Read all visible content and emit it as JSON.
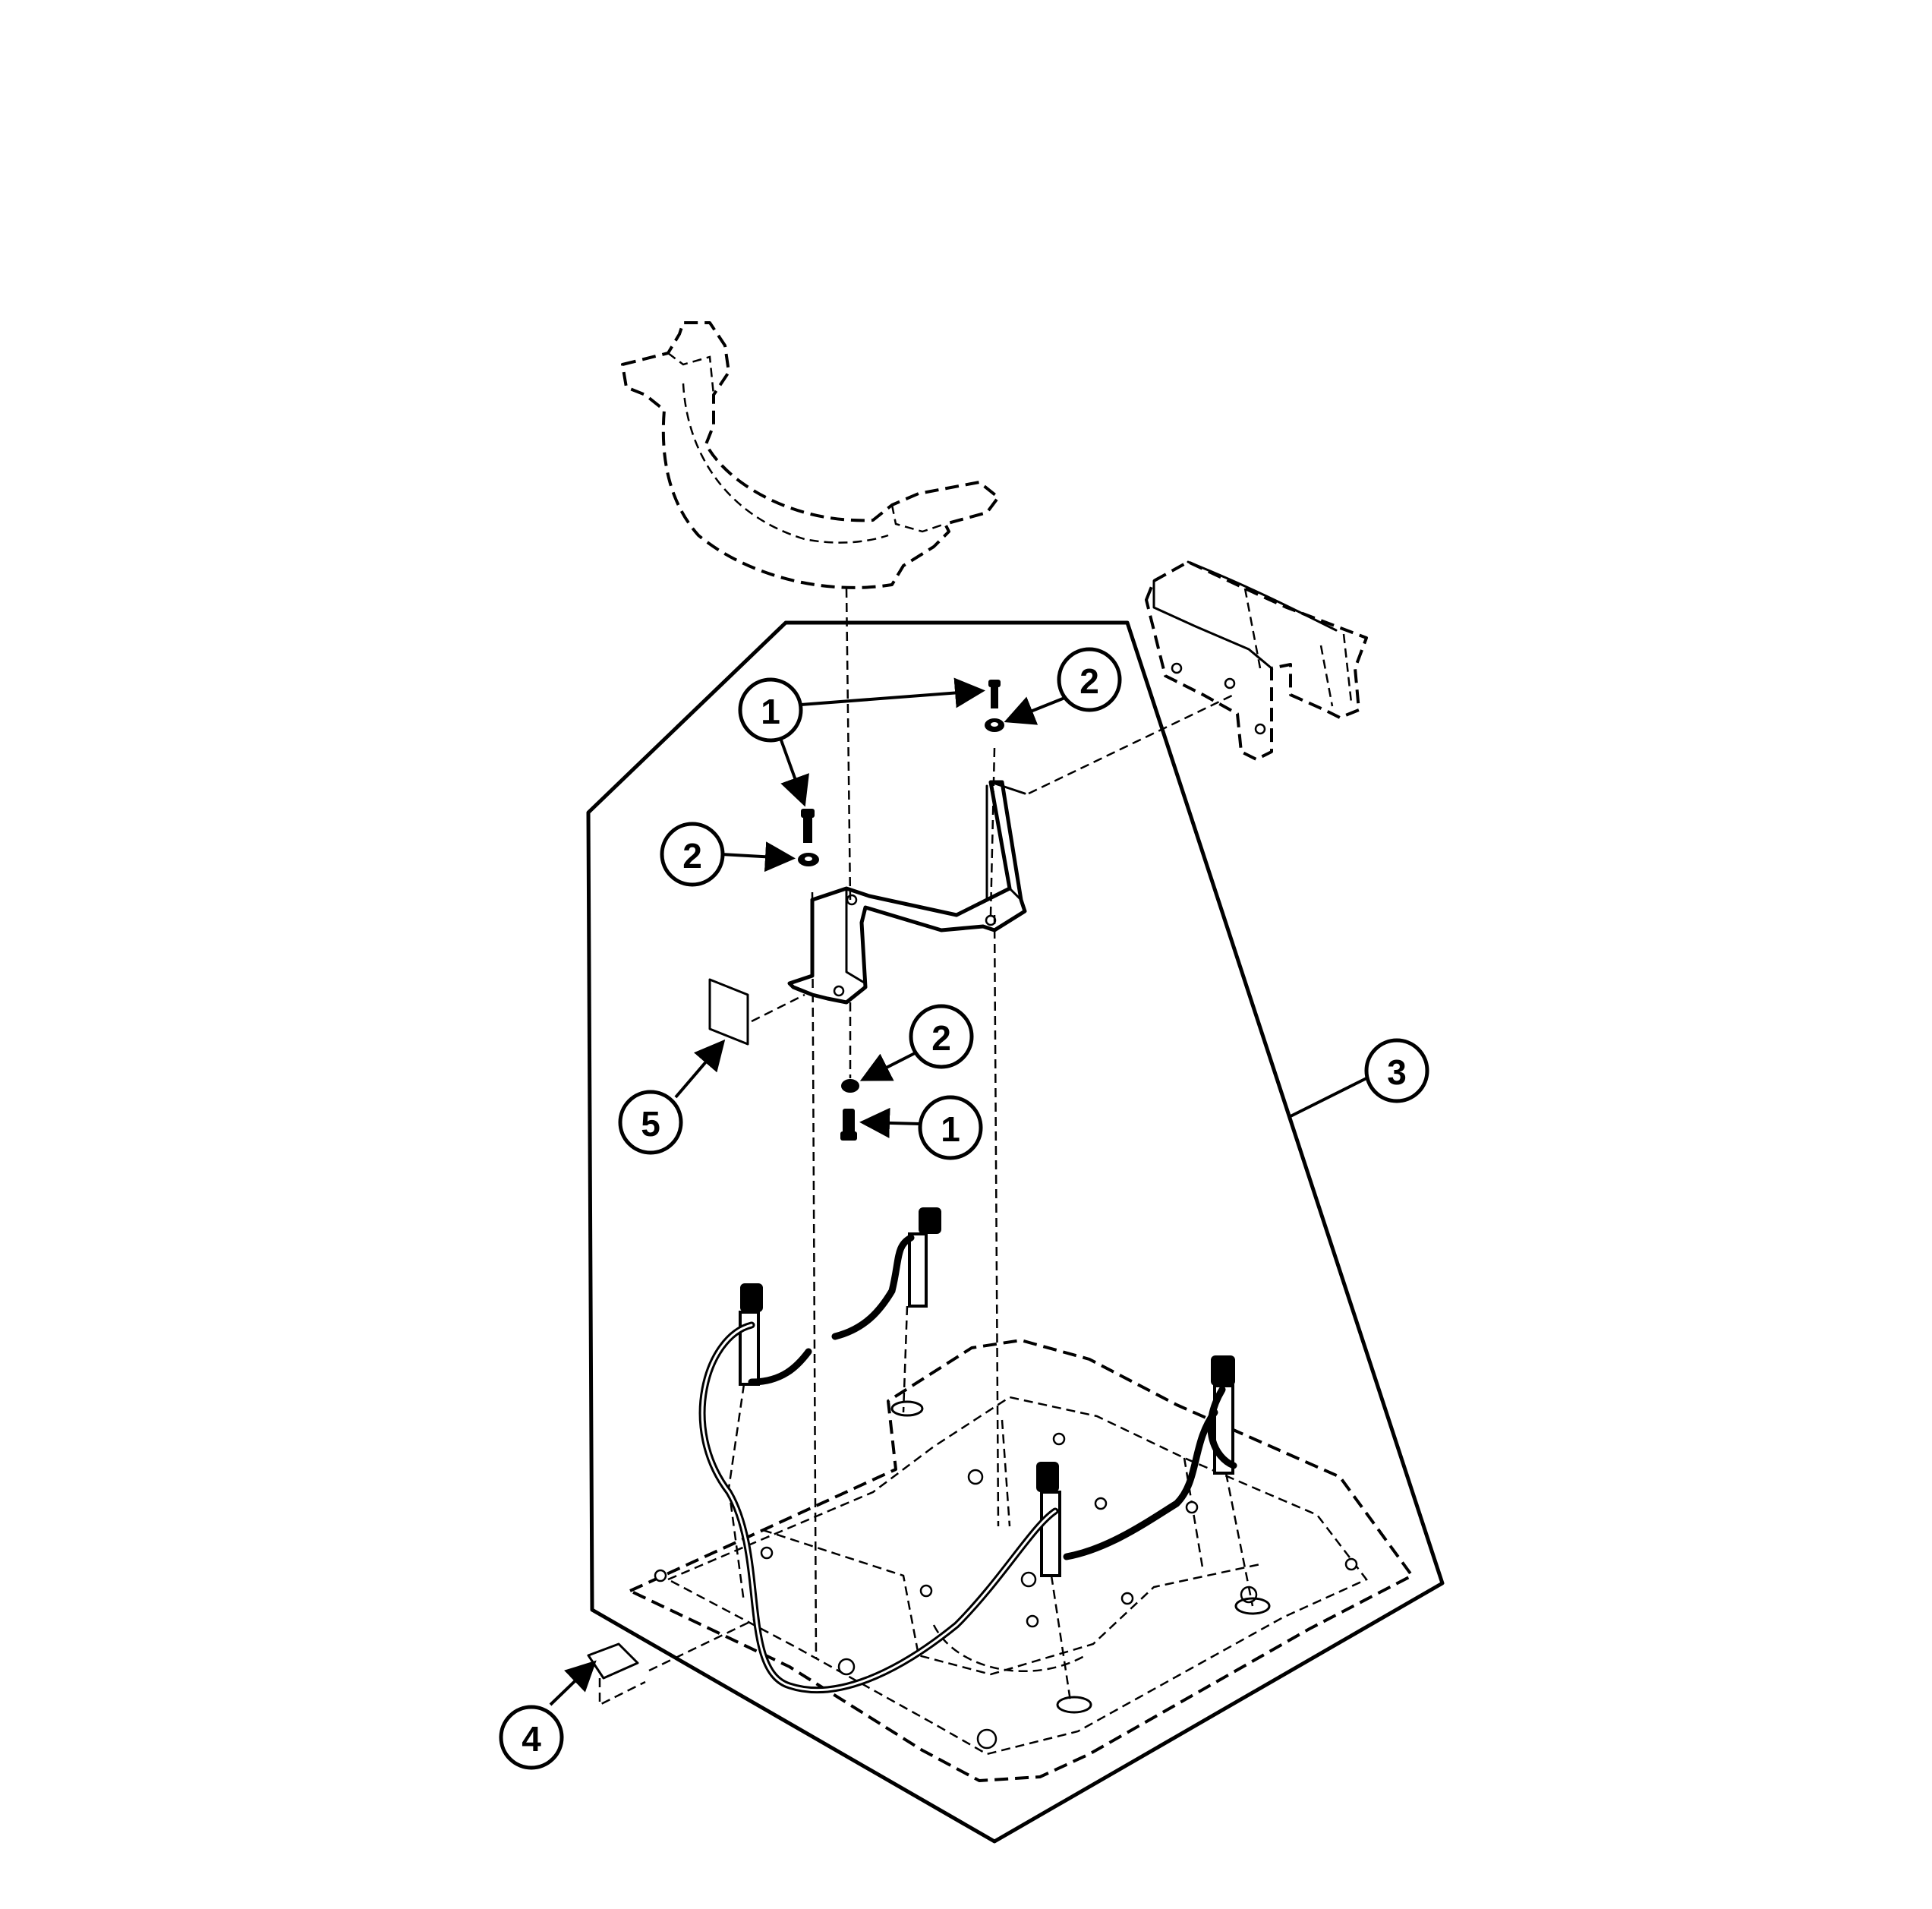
{
  "callouts": [
    {
      "id": "c1a",
      "label": "1"
    },
    {
      "id": "c2a",
      "label": "2"
    },
    {
      "id": "c2b",
      "label": "2"
    },
    {
      "id": "c2c",
      "label": "2"
    },
    {
      "id": "c1b",
      "label": "1"
    },
    {
      "id": "c3",
      "label": "3"
    },
    {
      "id": "c5",
      "label": "5"
    },
    {
      "id": "c4",
      "label": "4"
    }
  ]
}
